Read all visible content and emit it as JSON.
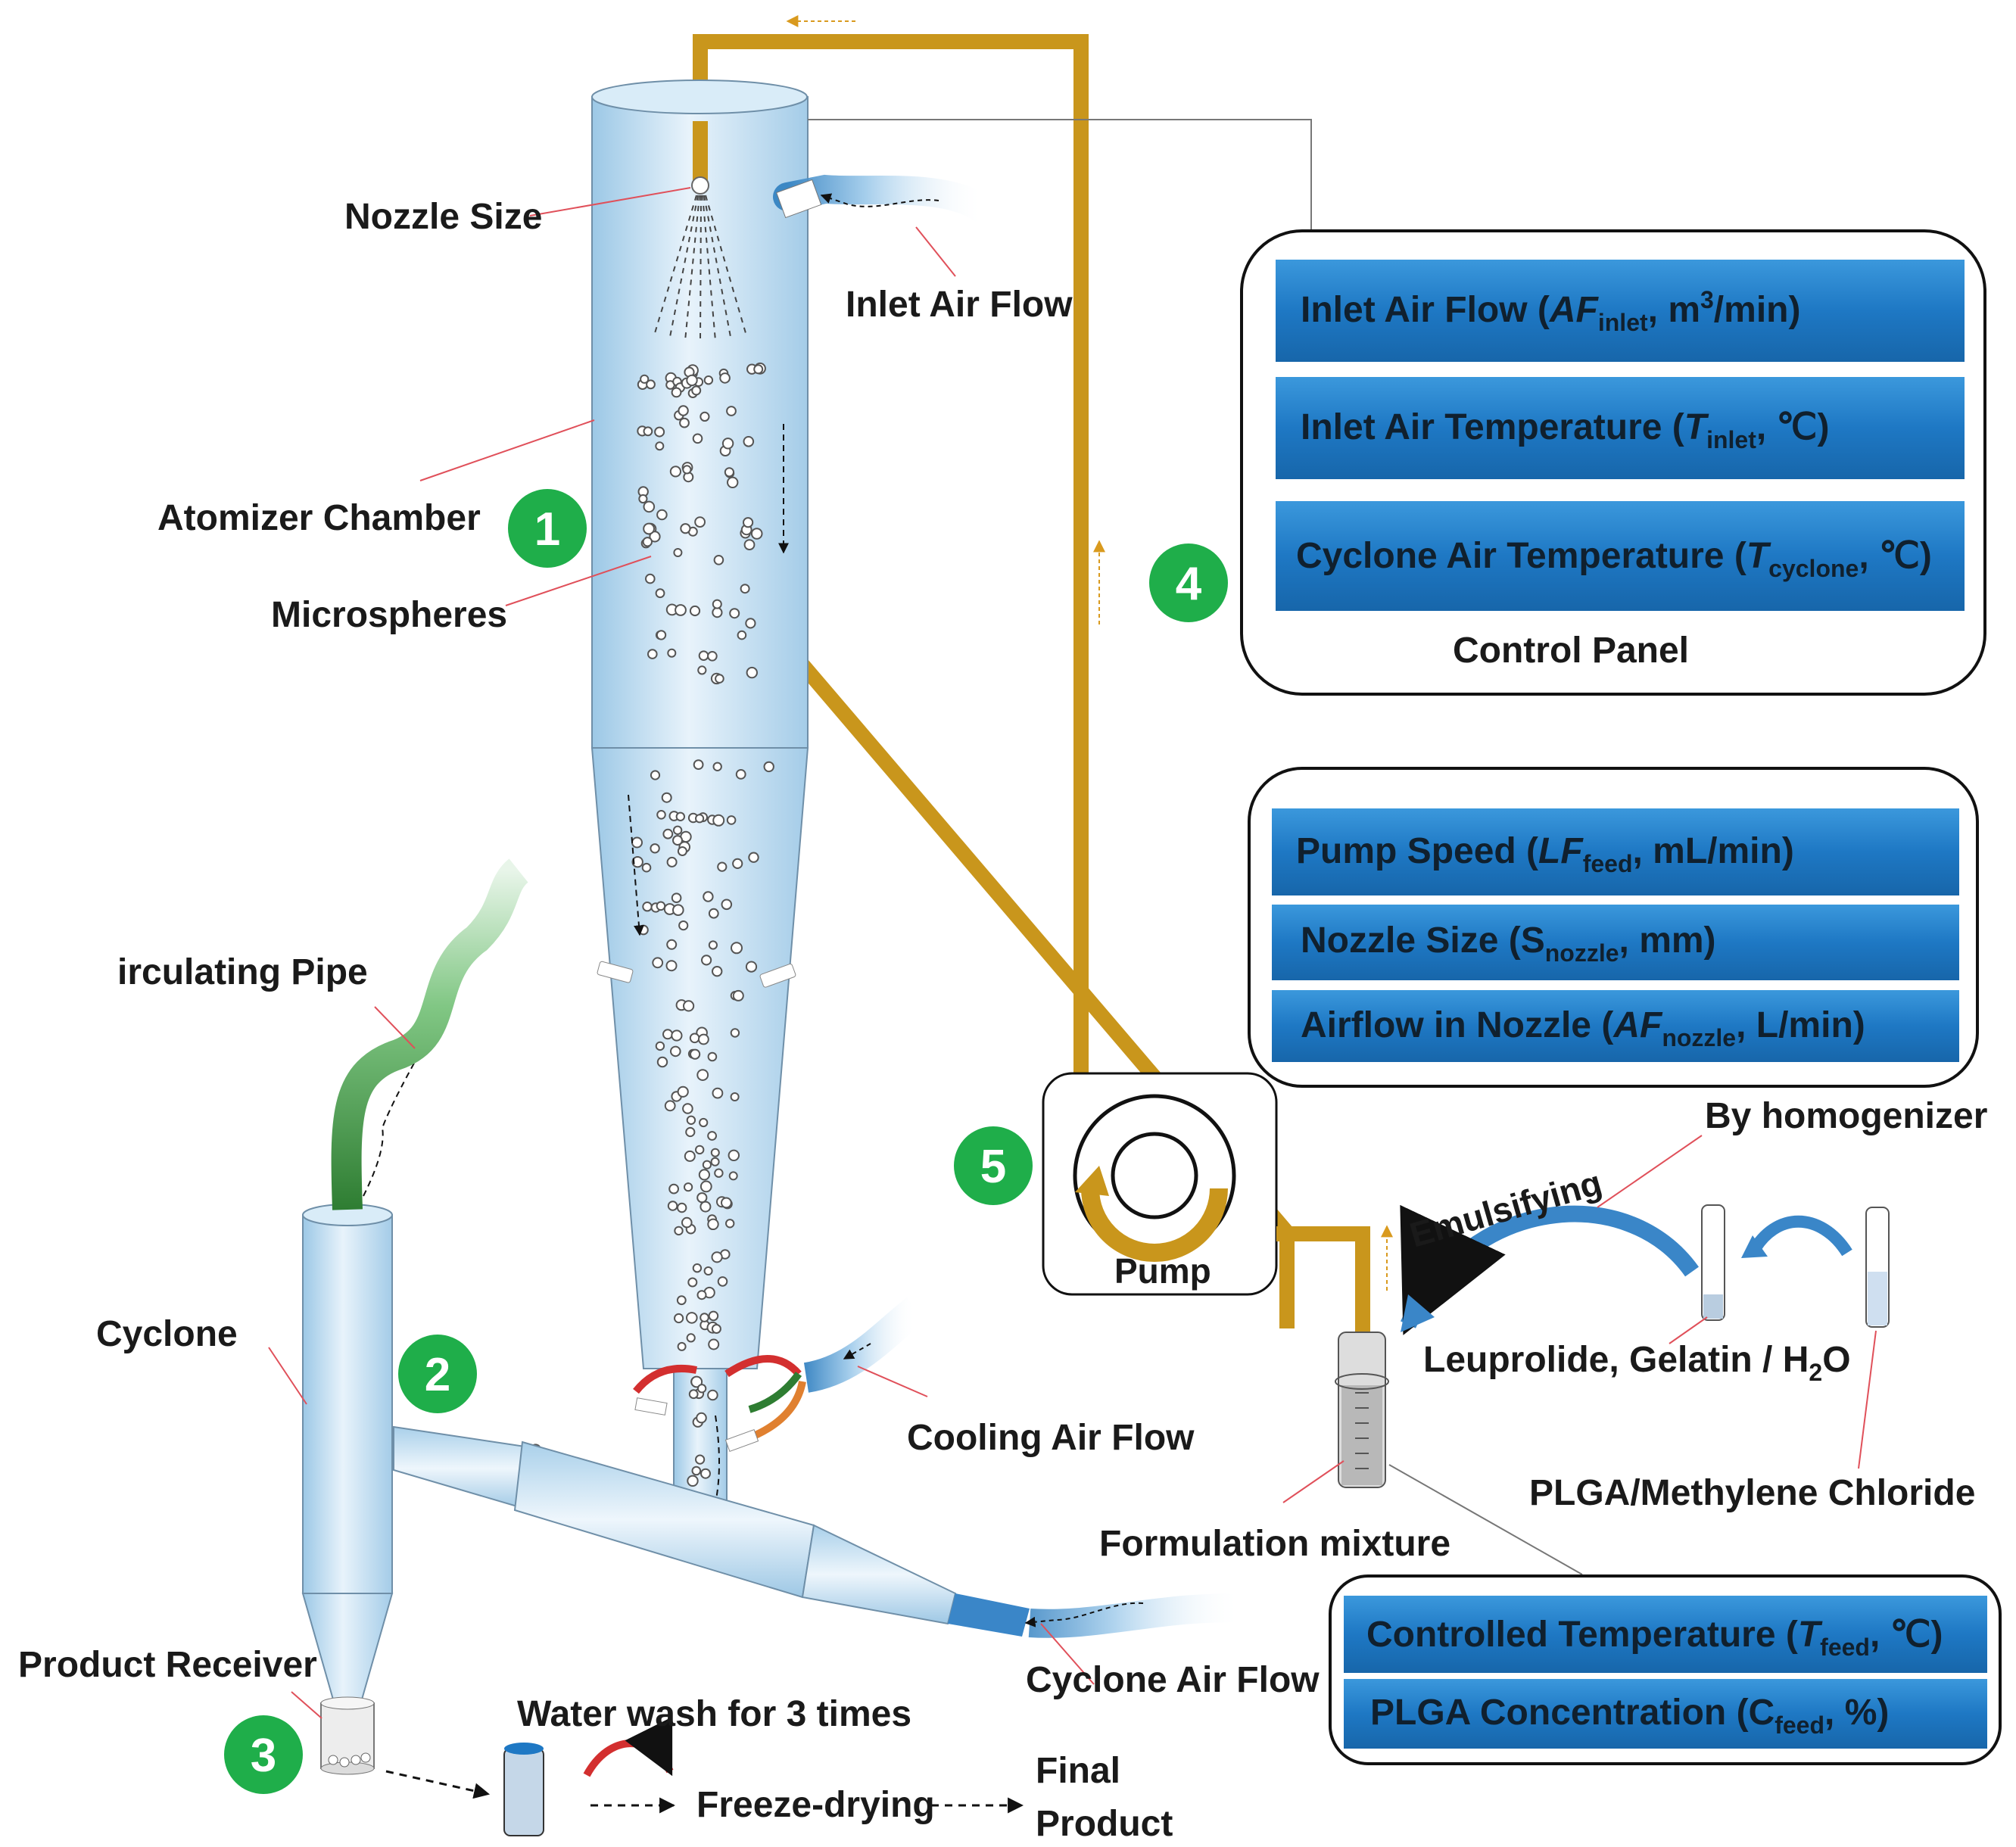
{
  "labels": {
    "nozzle_size": "Nozzle Size",
    "inlet_air_flow": "Inlet Air Flow",
    "atomizer_chamber": "Atomizer Chamber",
    "microspheres": "Microspheres",
    "circulating_pipe": "irculating Pipe",
    "cyclone": "Cyclone",
    "product_receiver": "Product Receiver",
    "water_wash": "Water wash for 3 times",
    "freeze_drying": "Freeze-drying",
    "final_product_1": "Final",
    "final_product_2": "Product",
    "cooling_air_flow": "Cooling Air Flow",
    "cyclone_air_flow": "Cyclone Air Flow",
    "formulation_mixture": "Formulation mixture",
    "pump": "Pump",
    "emulsifying": "Emulsifying",
    "by_homogenizer": "By homogenizer",
    "leuprolide_pre": "Leuprolide, Gelatin / H",
    "leuprolide_sub": "2",
    "leuprolide_post": "O",
    "plga_methylene": "PLGA/Methylene Chloride"
  },
  "steps": [
    "1",
    "2",
    "3",
    "4",
    "5"
  ],
  "control_panel": {
    "title": "Control Panel",
    "rows": [
      {
        "pre": "Inlet Air Flow (",
        "var": "AF",
        "sub": "inlet",
        "sep": ", m",
        "sup": "3",
        "post": "/min)"
      },
      {
        "pre": "Inlet Air  Temperature (",
        "var": "T",
        "sub": "inlet",
        "post": ", ℃)"
      },
      {
        "pre": "Cyclone Air Temperature (",
        "var": "T",
        "sub": "cyclone",
        "post": ", ℃)"
      }
    ]
  },
  "pump_panel": {
    "rows": [
      {
        "pre": "Pump Speed (",
        "var": "LF",
        "sub": "feed",
        "post": ", mL/min)"
      },
      {
        "pre": "Nozzle Size (S",
        "sub": "nozzle",
        "post": ", mm)"
      },
      {
        "pre": "Airflow in Nozzle (",
        "var": "AF",
        "sub": "nozzle",
        "post": ", L/min)"
      }
    ]
  },
  "feed_panel": {
    "rows": [
      {
        "pre": "Controlled Temperature (",
        "var": "T",
        "sub": "feed",
        "post": ", ℃)"
      },
      {
        "pre": "PLGA Concentration (C",
        "sub": "feed",
        "post": ", %)"
      }
    ]
  },
  "colors": {
    "pipe": "#c9961c",
    "panel_row": "#1e78c4",
    "step_circle": "#1fae4a",
    "chamber_light": "#e4f1fa",
    "chamber_mid": "#a9cfe9",
    "leader": "#e0505a"
  }
}
